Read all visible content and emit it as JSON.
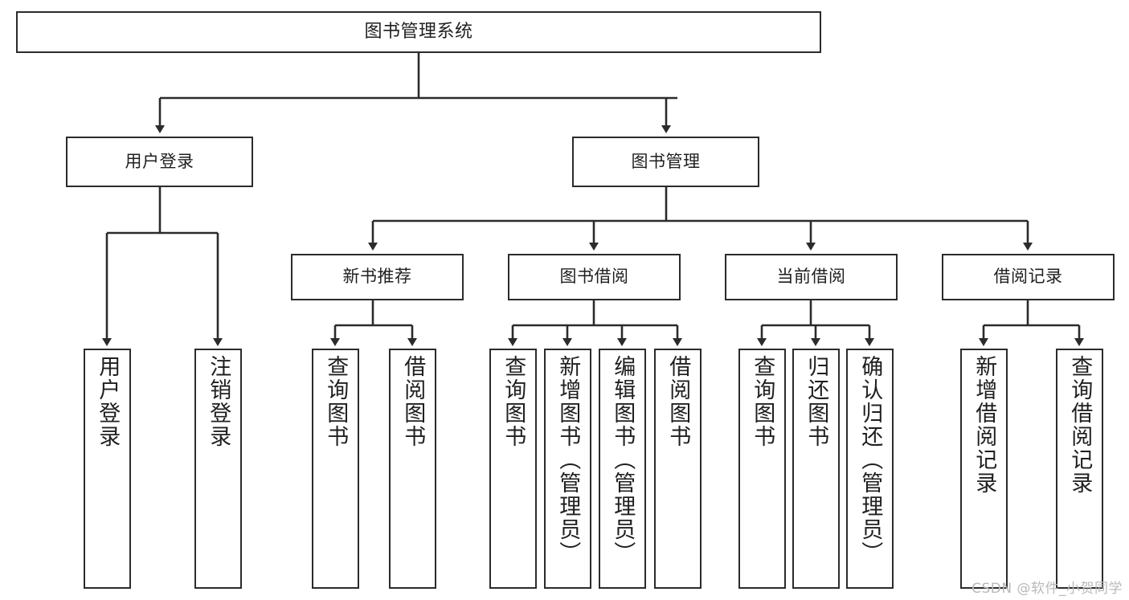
{
  "diagram": {
    "type": "tree-hierarchy",
    "title": "图书管理系统",
    "root": {
      "id": "root",
      "label": "图书管理系统"
    },
    "branches": [
      {
        "id": "user-login",
        "label": "用户登录"
      },
      {
        "id": "book-manage",
        "label": "图书管理"
      }
    ],
    "subbranches": [
      {
        "id": "new-book-rec",
        "label": "新书推荐"
      },
      {
        "id": "book-borrow",
        "label": "图书借阅"
      },
      {
        "id": "current-borrow",
        "label": "当前借阅"
      },
      {
        "id": "borrow-record",
        "label": "借阅记录"
      }
    ],
    "leaves": [
      {
        "id": "leaf-user-login",
        "label": "用户登录",
        "parent": "user-login"
      },
      {
        "id": "leaf-user-logout",
        "label": "注销登录",
        "parent": "user-login"
      },
      {
        "id": "leaf-query-book-1",
        "label": "查询图书",
        "parent": "new-book-rec"
      },
      {
        "id": "leaf-borrow-book-1",
        "label": "借阅图书",
        "parent": "new-book-rec"
      },
      {
        "id": "leaf-query-book-2",
        "label": "查询图书",
        "parent": "book-borrow"
      },
      {
        "id": "leaf-add-book",
        "label": "新增图书（管理员）",
        "parent": "book-borrow"
      },
      {
        "id": "leaf-edit-book",
        "label": "编辑图书（管理员）",
        "parent": "book-borrow"
      },
      {
        "id": "leaf-borrow-book-2",
        "label": "借阅图书",
        "parent": "book-borrow"
      },
      {
        "id": "leaf-query-book-3",
        "label": "查询图书",
        "parent": "current-borrow"
      },
      {
        "id": "leaf-return-book",
        "label": "归还图书",
        "parent": "current-borrow"
      },
      {
        "id": "leaf-confirm-return",
        "label": "确认归还（管理员）",
        "parent": "current-borrow"
      },
      {
        "id": "leaf-add-record",
        "label": "新增借阅记录",
        "parent": "borrow-record"
      },
      {
        "id": "leaf-query-record",
        "label": "查询借阅记录",
        "parent": "borrow-record"
      }
    ],
    "colors": {
      "stroke": "#2b2b2b",
      "background": "#ffffff",
      "text": "#1f1f1f",
      "watermark": "#b9b9b9"
    }
  },
  "watermark": {
    "text": "CSDN @软件_小贺同学"
  }
}
